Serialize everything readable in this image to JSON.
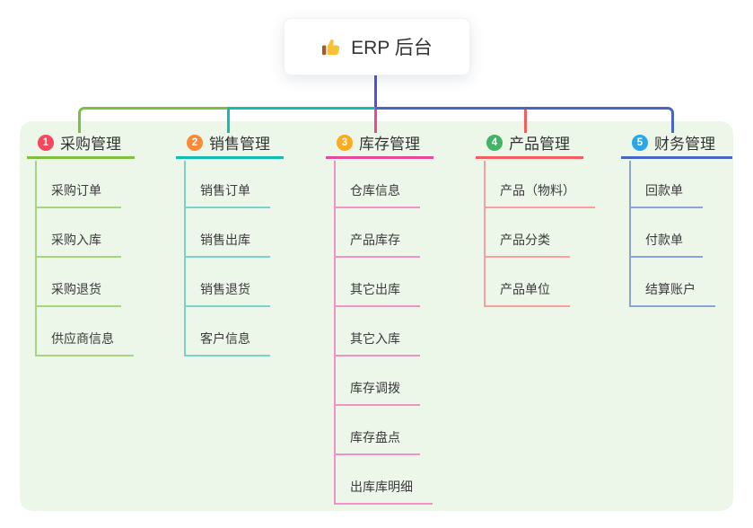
{
  "root": {
    "label": "ERP 后台",
    "icon": "thumbs-up-icon",
    "connector_color": "#5153cf"
  },
  "canvas": {
    "page_bg": "#ffffff",
    "panel_bg": "#ecf7e9"
  },
  "branches": [
    {
      "index": "1",
      "label": "采购管理",
      "badge_color": "#f5485f",
      "line_color": "#7fbf3f",
      "subline_color": "#a9d47f",
      "children": [
        "采购订单",
        "采购入库",
        "采购退货",
        "供应商信息"
      ]
    },
    {
      "index": "2",
      "label": "销售管理",
      "badge_color": "#f98a38",
      "line_color": "#13bdb1",
      "subline_color": "#79d3cb",
      "children": [
        "销售订单",
        "销售出库",
        "销售退货",
        "客户信息"
      ]
    },
    {
      "index": "3",
      "label": "库存管理",
      "badge_color": "#fbab1f",
      "line_color": "#e84a9b",
      "subline_color": "#f191c5",
      "children": [
        "仓库信息",
        "产品库存",
        "其它出库",
        "其它入库",
        "库存调拨",
        "库存盘点",
        "出库库明细"
      ]
    },
    {
      "index": "4",
      "label": "产品管理",
      "badge_color": "#41b565",
      "line_color": "#f65e5d",
      "subline_color": "#f9a09e",
      "children": [
        "产品（物料）",
        "产品分类",
        "产品单位"
      ]
    },
    {
      "index": "5",
      "label": "财务管理",
      "badge_color": "#2ba7e8",
      "line_color": "#4867c4",
      "subline_color": "#8da2d9",
      "children": [
        "回款单",
        "付款单",
        "结算账户"
      ]
    }
  ]
}
